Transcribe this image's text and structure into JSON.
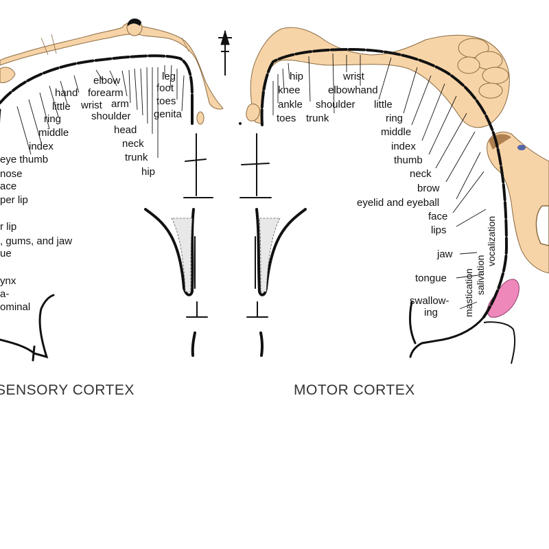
{
  "captions": {
    "sensory": "SENSORY CORTEX",
    "motor": "MOTOR CORTEX"
  },
  "sensory_labels": [
    "elbow",
    "forearm",
    "hand",
    "little",
    "wrist",
    "arm",
    "shoulder",
    "leg",
    "foot",
    "toes",
    "genita",
    "head",
    "neck",
    "trunk",
    "hip",
    "ring",
    "middle",
    "index",
    "eye thumb",
    "nose",
    "ace",
    "per lip",
    "r lip",
    ", gums, and jaw",
    "ue",
    "ynx",
    "a-",
    "ominal"
  ],
  "motor_labels": [
    "hip",
    "wrist",
    "knee",
    "elbowhand",
    "ankle",
    "shoulder",
    "little",
    "toes",
    "trunk",
    "ring",
    "middle",
    "index",
    "thumb",
    "neck",
    "brow",
    "eyelid and eyeball",
    "face",
    "lips",
    "jaw",
    "tongue",
    "swallow-",
    "ing"
  ],
  "motor_vertical_labels": [
    "vocalization",
    "salivation",
    "mastication"
  ],
  "colors": {
    "skin": "#f7d4a8",
    "skin_outline": "#8a6a40",
    "cortex_line": "#111111",
    "tongue": "#ee88bb",
    "hair": "#111111",
    "eye": "#5566aa"
  }
}
